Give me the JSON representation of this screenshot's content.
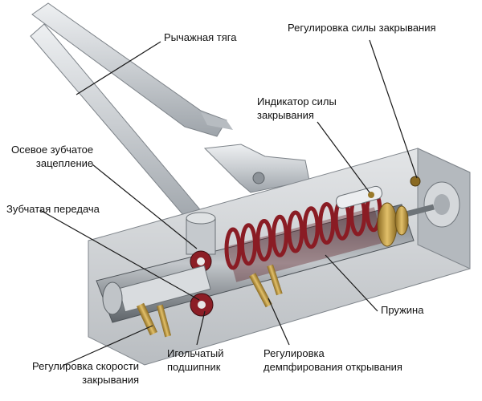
{
  "labels": {
    "lever_arm": "Рычажная тяга",
    "closing_force_adjust": "Регулировка силы закрывания",
    "closing_force_indicator": "Индикатор силы\nзакрывания",
    "axial_gear": "Осевое зубчатое\nзацепление",
    "gear_transmission": "Зубчатая передача",
    "spring": "Пружина",
    "closing_speed_adjust": "Регулировка скорости\nзакрывания",
    "needle_bearing": "Игольчатый\nподшипник",
    "opening_damping_adjust": "Регулировка\nдемпфирования открывания"
  },
  "colors": {
    "housing": "#d7dadd",
    "housing_shadow": "#a7acb1",
    "spring": "#8a1c24",
    "brass": "#c49a3c",
    "arm": "#cfd3d7",
    "leader": "#1a1a1a"
  }
}
